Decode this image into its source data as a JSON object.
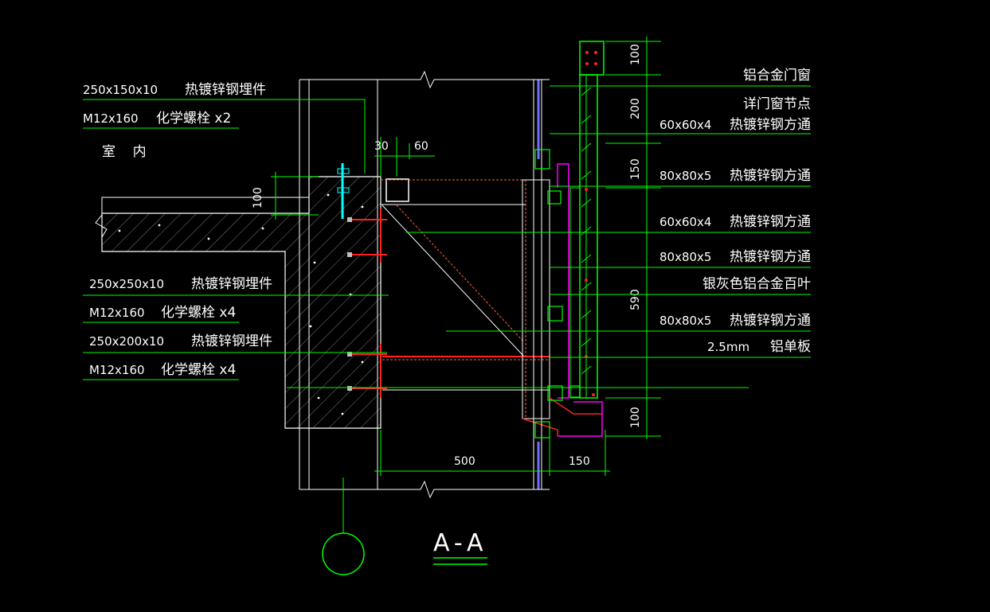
{
  "colors": {
    "background": "#000000",
    "green": "#00ff00",
    "white": "#ffffff",
    "red": "#ff2020",
    "magenta": "#ff00ff",
    "cyan": "#00ffff",
    "gray": "#bfbfbf",
    "hatch": "#8a8a8a"
  },
  "left_callouts": [
    {
      "spec": "250x150x10",
      "name": "热镀锌钢埋件"
    },
    {
      "spec": "M12x160",
      "name": "化学螺栓 x2"
    },
    {
      "spec": "250x250x10",
      "name": "热镀锌钢埋件"
    },
    {
      "spec": "M12x160",
      "name": "化学螺栓 x4"
    },
    {
      "spec": "250x200x10",
      "name": "热镀锌钢埋件"
    },
    {
      "spec": "M12x160",
      "name": "化学螺栓 x4"
    }
  ],
  "room_label": "室    内",
  "right_callouts": [
    {
      "spec": "",
      "name": "铝合金门窗"
    },
    {
      "spec": "",
      "name": "详门窗节点"
    },
    {
      "spec": "60x60x4",
      "name": "热镀锌钢方通"
    },
    {
      "spec": "80x80x5",
      "name": "热镀锌钢方通"
    },
    {
      "spec": "60x60x4",
      "name": "热镀锌钢方通"
    },
    {
      "spec": "80x80x5",
      "name": "热镀锌钢方通"
    },
    {
      "spec": "",
      "name": "银灰色铝合金百叶"
    },
    {
      "spec": "80x80x5",
      "name": "热镀锌钢方通"
    },
    {
      "spec": "2.5mm",
      "name": "铝单板"
    }
  ],
  "dimensions": {
    "top_30": "30",
    "top_60": "60",
    "slab_100": "100",
    "bottom_500": "500",
    "bottom_150": "150",
    "right_stack": [
      "100",
      "200",
      "150",
      "590",
      "100"
    ]
  },
  "section_title": "A-A"
}
